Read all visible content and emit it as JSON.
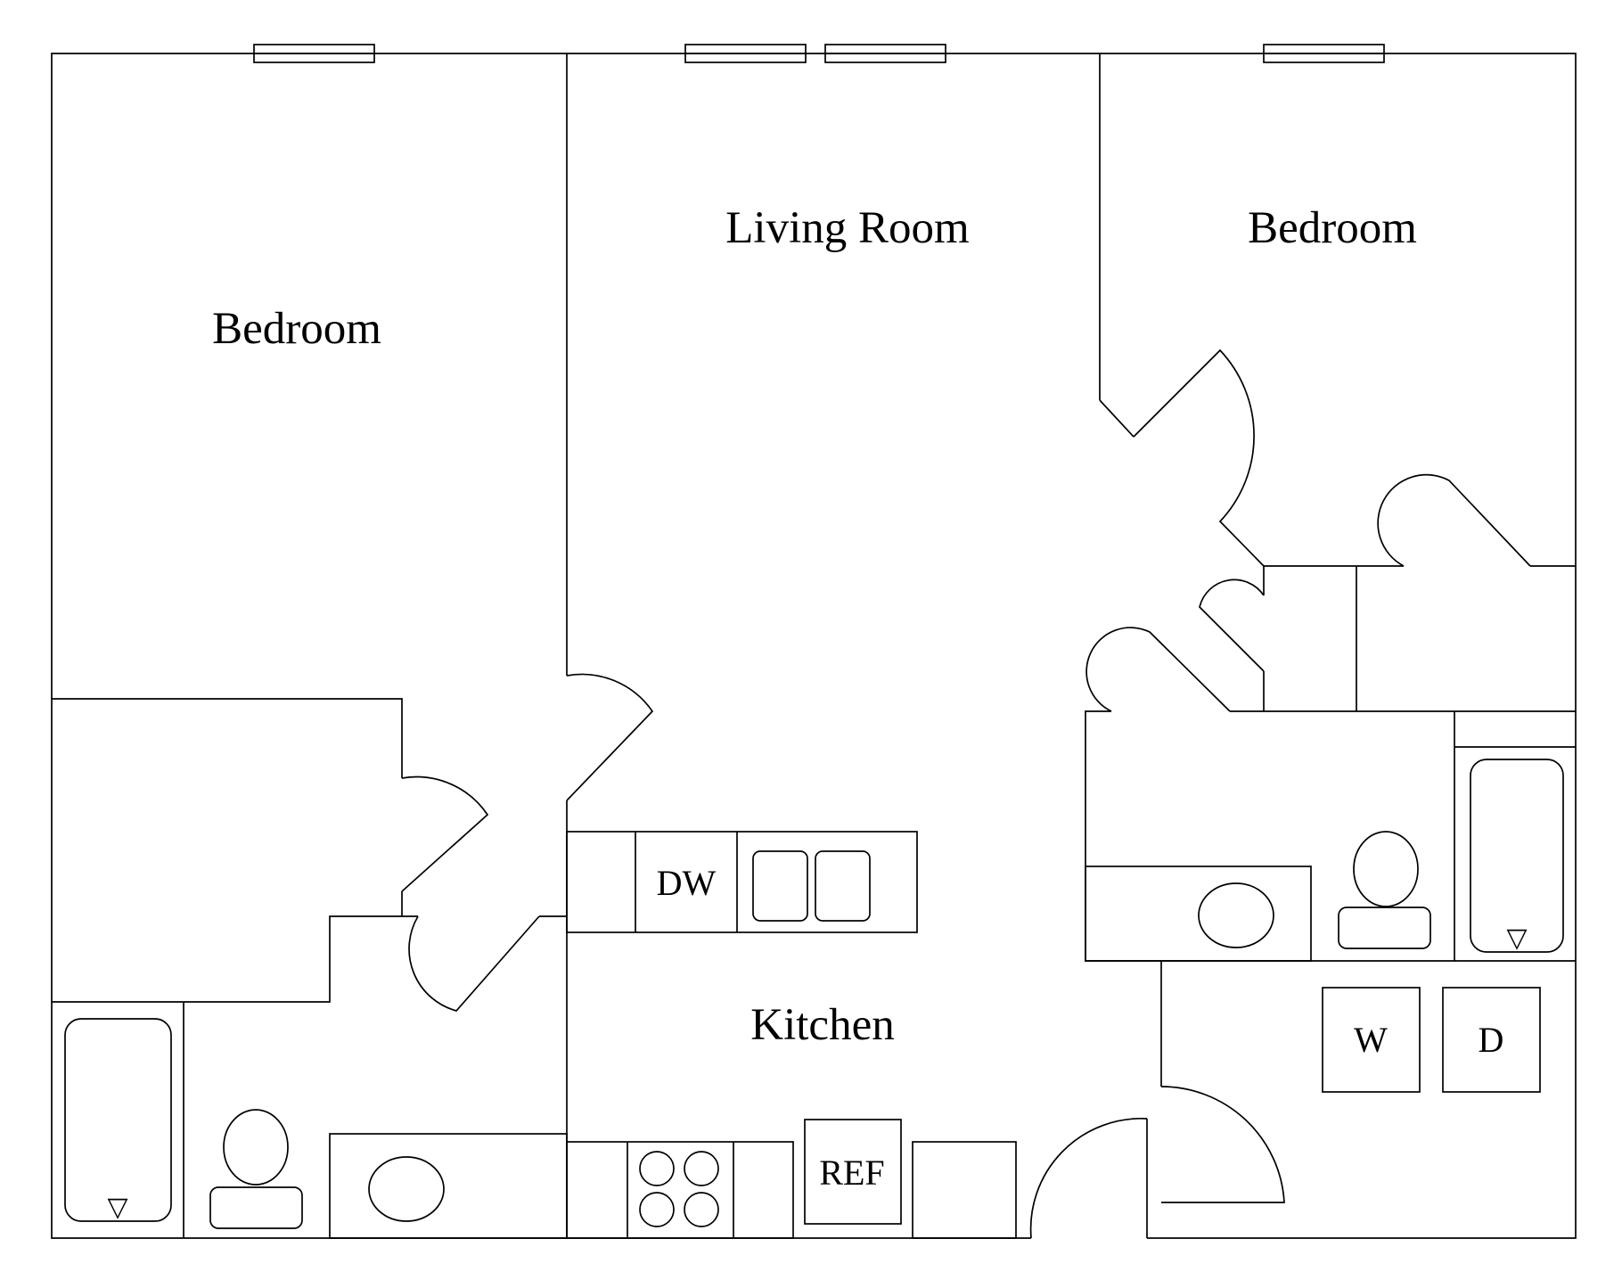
{
  "labels": {
    "bedroom_left": "Bedroom",
    "living_room": "Living Room",
    "bedroom_right": "Bedroom",
    "kitchen": "Kitchen",
    "dishwasher": "DW",
    "refrigerator": "REF",
    "washer": "W",
    "dryer": "D"
  },
  "icons": {
    "tub_drain": "▽"
  },
  "colors": {
    "line": "#000000",
    "background": "#ffffff"
  }
}
